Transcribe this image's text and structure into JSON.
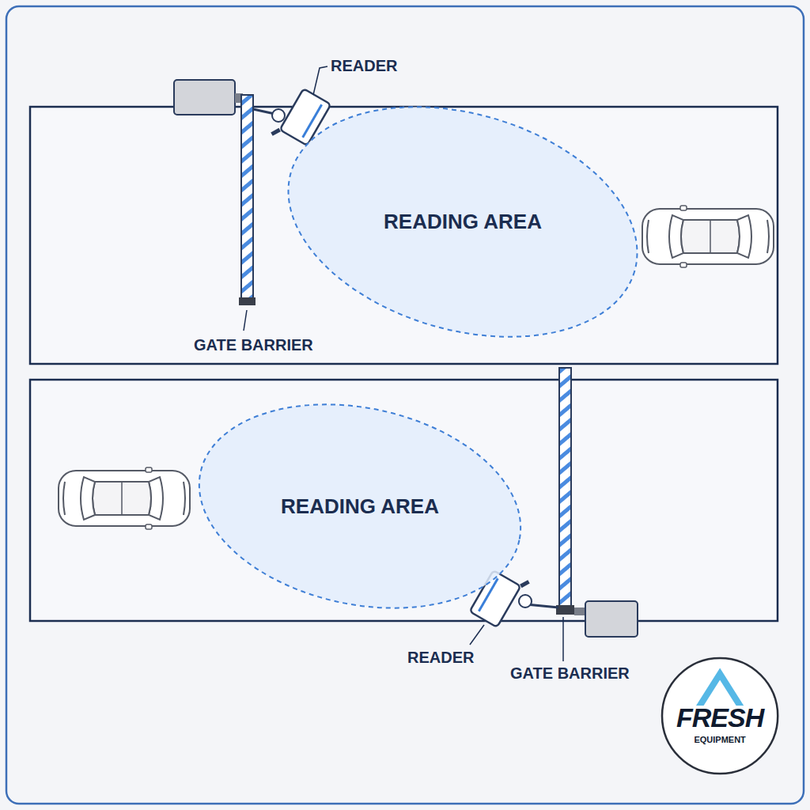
{
  "diagram": {
    "nodes": [
      {
        "text": [
          "READING AREA"
        ]
      },
      {
        "text": [
          "READING AREA"
        ]
      },
      {
        "text": [
          "FRESH",
          "EQUIPMENT"
        ]
      }
    ],
    "labels": [
      "READER",
      "GATE BARRIER",
      "READER",
      "GATE BARRIER"
    ]
  }
}
